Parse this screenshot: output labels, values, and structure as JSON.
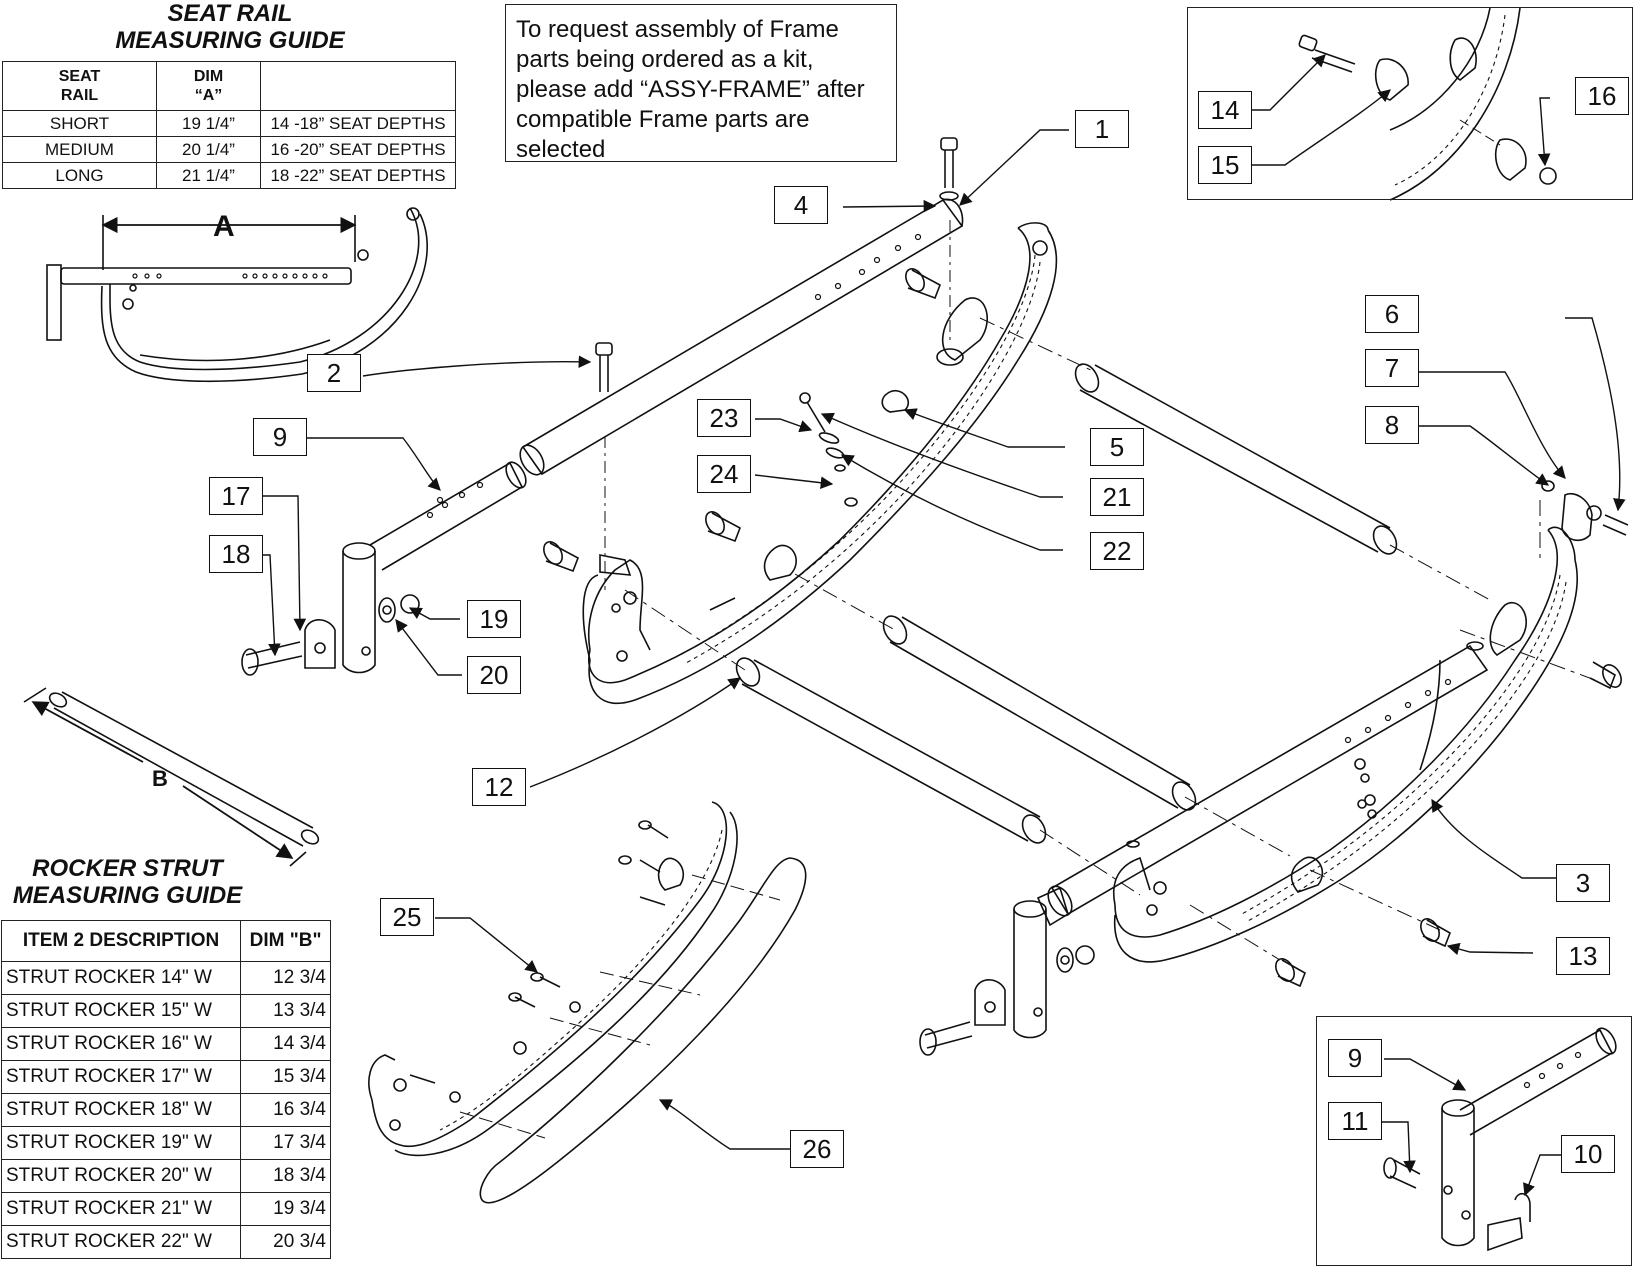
{
  "seat_rail_guide": {
    "title": "SEAT RAIL\nMEASURING GUIDE",
    "title_line1": "SEAT RAIL",
    "title_line2": "MEASURING GUIDE",
    "headers": [
      "SEAT\nRAIL",
      "DIM\n“A”",
      ""
    ],
    "header_col1_line1": "SEAT",
    "header_col1_line2": "RAIL",
    "header_col2_line1": "DIM",
    "header_col2_line2": "“A”",
    "rows": [
      {
        "rail": "SHORT",
        "dim": "19 1/4”",
        "depth": "14 -18” SEAT DEPTHS"
      },
      {
        "rail": "MEDIUM",
        "dim": "20 1/4”",
        "depth": "16 -20” SEAT DEPTHS"
      },
      {
        "rail": "LONG",
        "dim": "21 1/4”",
        "depth": "18 -22” SEAT DEPTHS"
      }
    ],
    "dim_letter": "A"
  },
  "note": "To request assembly of Frame parts being ordered as a kit, please add “ASSY-FRAME” after compatible Frame parts are selected",
  "rocker_strut_guide": {
    "title_line1": "ROCKER STRUT",
    "title_line2": "MEASURING GUIDE",
    "header_desc": "ITEM 2 DESCRIPTION",
    "header_dim": "DIM \"B\"",
    "rows": [
      {
        "desc": "STRUT ROCKER 14\" W",
        "dim": "12 3/4"
      },
      {
        "desc": "STRUT ROCKER 15\" W",
        "dim": "13 3/4"
      },
      {
        "desc": "STRUT ROCKER 16\" W",
        "dim": "14 3/4"
      },
      {
        "desc": "STRUT ROCKER 17\" W",
        "dim": "15 3/4"
      },
      {
        "desc": "STRUT ROCKER 18\" W",
        "dim": "16 3/4"
      },
      {
        "desc": "STRUT ROCKER 19\" W",
        "dim": "17 3/4"
      },
      {
        "desc": "STRUT ROCKER 20\" W",
        "dim": "18 3/4"
      },
      {
        "desc": "STRUT ROCKER 21\" W",
        "dim": "19 3/4"
      },
      {
        "desc": "STRUT ROCKER 22\" W",
        "dim": "20 3/4"
      }
    ],
    "dim_letter": "B"
  },
  "callouts": {
    "c1": "1",
    "c2": "2",
    "c3": "3",
    "c4": "4",
    "c5": "5",
    "c6": "6",
    "c7": "7",
    "c8": "8",
    "c9a": "9",
    "c9b": "9",
    "c10": "10",
    "c11": "11",
    "c12": "12",
    "c13": "13",
    "c14": "14",
    "c15": "15",
    "c16": "16",
    "c17": "17",
    "c18": "18",
    "c19": "19",
    "c20": "20",
    "c21": "21",
    "c22": "22",
    "c23": "23",
    "c24": "24",
    "c25": "25",
    "c26": "26"
  }
}
